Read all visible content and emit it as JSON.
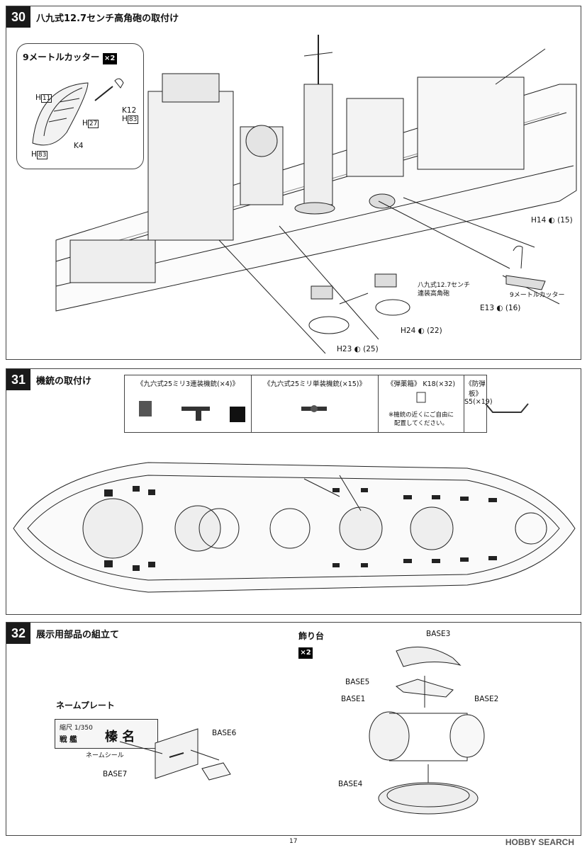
{
  "step30": {
    "number": "30",
    "title": "八九式12.7センチ高角砲の取付け",
    "inset": {
      "title": "9メートルカッター",
      "qty": "×2",
      "labels": [
        "H",
        "11",
        "K12",
        "H",
        "83",
        "H",
        "27",
        "K4",
        "H",
        "83"
      ]
    },
    "gun_label_line1": "八九式12.7センチ",
    "gun_label_line2": "連装高角砲",
    "boat_label": "9メートルカッター",
    "parts": [
      {
        "id": "H14",
        "count": "(15)"
      },
      {
        "id": "E13",
        "count": "(16)"
      },
      {
        "id": "H24",
        "count": "(22)"
      },
      {
        "id": "H23",
        "count": "(25)"
      }
    ]
  },
  "step31": {
    "number": "31",
    "title": "機銃の取付け",
    "columns": [
      {
        "title": "《九六式25ミリ3連装機銃(×4)》"
      },
      {
        "title": "《九六式25ミリ単装機銃(×15)》"
      },
      {
        "title": "《弾薬箱》 K18(×32)",
        "note1": "※機銃の近くにご自由に",
        "note2": "配置してください。"
      },
      {
        "title": "《防弾板》 S5(×19)"
      }
    ]
  },
  "step32": {
    "number": "32",
    "title": "展示用部品の組立て",
    "nameplate": {
      "heading": "ネームプレート",
      "scale": "縮尺 1/350",
      "type": "戦 艦",
      "name": "榛 名",
      "sticker": "ネームシール",
      "base7": "BASE7",
      "base6": "BASE6"
    },
    "stand": {
      "heading": "飾り台",
      "qty": "×2",
      "base3": "BASE3",
      "base5": "BASE5",
      "base1": "BASE1",
      "base2": "BASE2",
      "base4": "BASE4"
    }
  },
  "page_number": "17",
  "watermark": "HOBBY SEARCH"
}
